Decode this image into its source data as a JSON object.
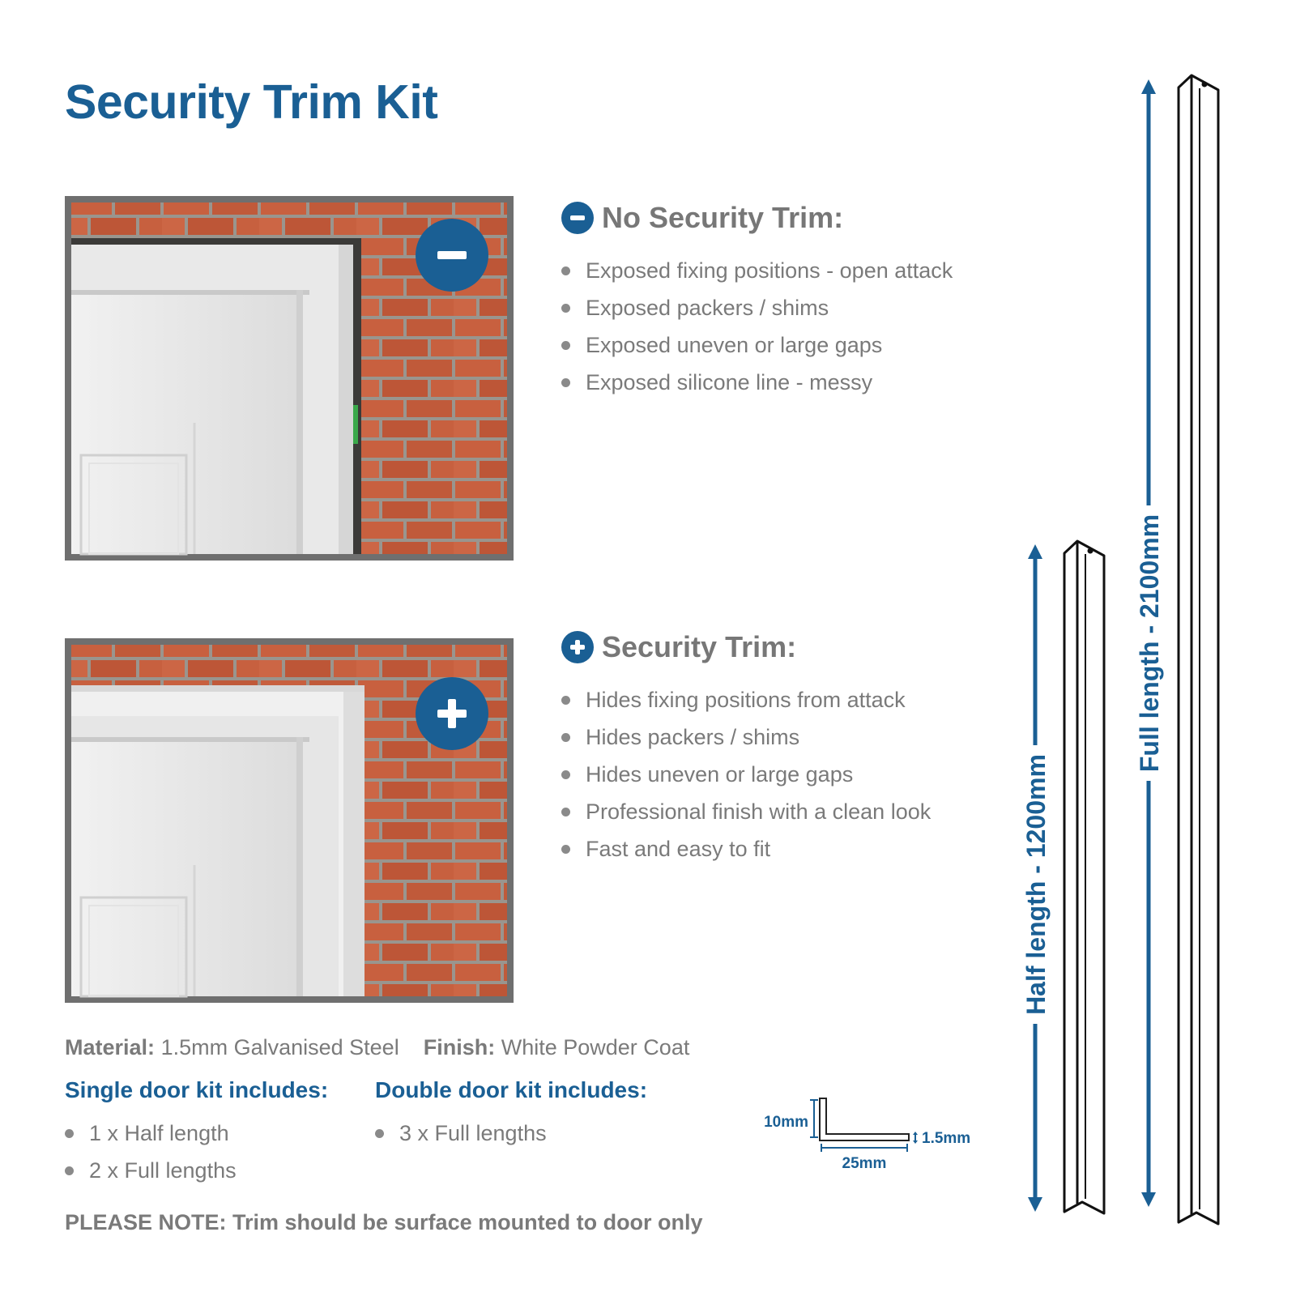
{
  "page": {
    "title": "Security Trim Kit"
  },
  "no_trim": {
    "heading": "No Security Trim:",
    "icon": "minus-circle-icon",
    "items": [
      "Exposed fixing positions - open attack",
      "Exposed packers / shims",
      "Exposed uneven or large gaps",
      "Exposed silicone line - messy"
    ]
  },
  "with_trim": {
    "heading": "Security Trim:",
    "icon": "plus-circle-icon",
    "items": [
      "Hides fixing positions from attack",
      "Hides packers / shims",
      "Hides uneven or large gaps",
      "Professional finish with a clean look",
      "Fast and easy to fit"
    ]
  },
  "specs": {
    "material_label": "Material:",
    "material_value": "1.5mm Galvanised Steel",
    "finish_label": "Finish:",
    "finish_value": "White Powder Coat"
  },
  "kits": {
    "single": {
      "heading": "Single door kit includes:",
      "items": [
        "1 x Half length",
        "2 x Full lengths"
      ]
    },
    "double": {
      "heading": "Double door kit includes:",
      "items": [
        "3 x Full lengths"
      ]
    }
  },
  "profile": {
    "height_label": "10mm",
    "width_label": "25mm",
    "thickness_label": "1.5mm"
  },
  "lengths": {
    "half": "Half length - 1200mm",
    "full": "Full length - 2100mm"
  },
  "note": "PLEASE NOTE: Trim should be surface mounted to door only",
  "colors": {
    "brand_blue": "#1a5f94",
    "text_grey": "#7a7a7a",
    "brick": "#c8603f",
    "mortar": "#9a958e"
  }
}
